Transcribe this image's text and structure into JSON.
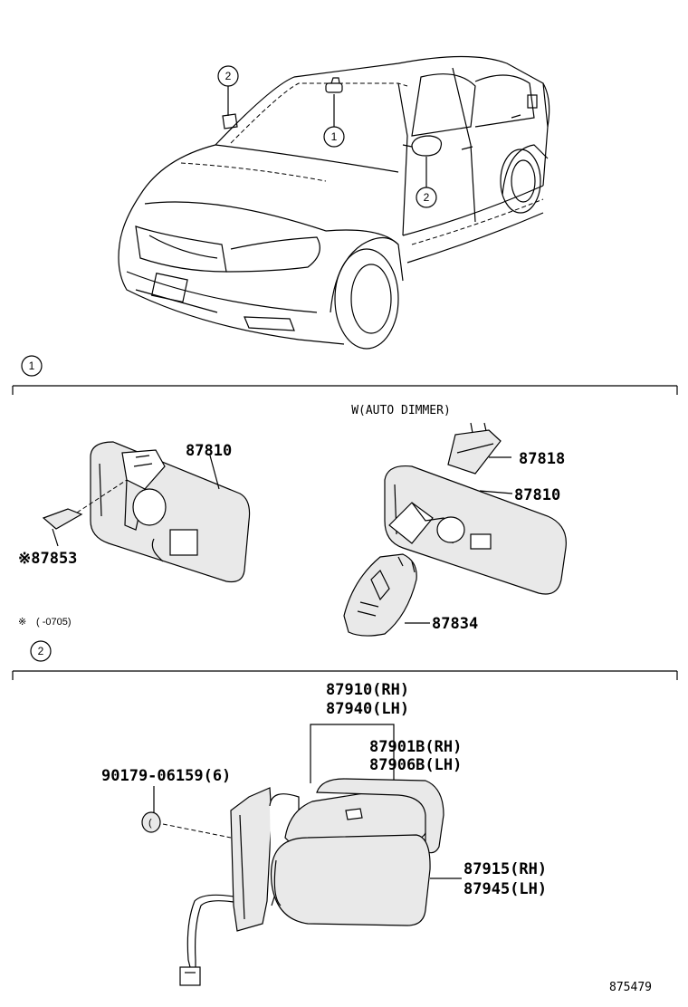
{
  "callouts": {
    "one": "1",
    "two": "2"
  },
  "section1": {
    "variant_label": "W(AUTO DIMMER)",
    "note_mark": "※",
    "note_text": "(      -0705)",
    "parts": {
      "mirror_std": "87810",
      "holder_std": "※87853",
      "cover": "87818",
      "mirror_auto": "87810",
      "bracket": "87834"
    }
  },
  "section2": {
    "parts": {
      "assy_rh": "87910(RH)",
      "assy_lh": "87940(LH)",
      "visor_rh": "87901B(RH)",
      "visor_lh": "87906B(LH)",
      "screw": "90179-06159(6)",
      "glass_rh": "87915(RH)",
      "glass_lh": "87945(LH)"
    }
  },
  "diagram_id": "875479"
}
